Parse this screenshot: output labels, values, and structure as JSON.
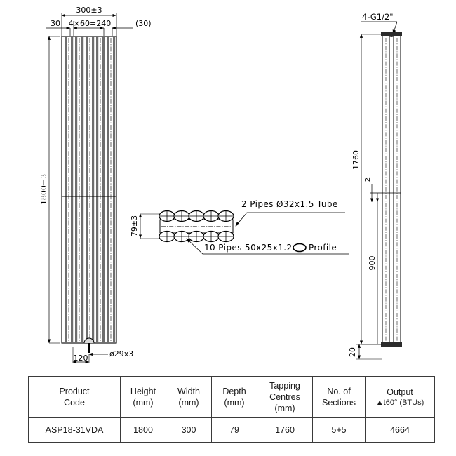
{
  "drawing": {
    "front_view": {
      "overall_width": "300±3",
      "left_margin": "30",
      "pitch": "4×60=240",
      "right_margin": "(30)",
      "overall_height": "1800±3",
      "bottom_connection_offset": "120",
      "bottom_connection_size": "ø29x3"
    },
    "section_detail": {
      "depth": "79±3",
      "note_top": "2 Pipes Ø32x1.5 Tube",
      "note_bottom_prefix": "10 Pipes 50x25x1.2",
      "note_bottom_suffix": "Profile",
      "ellipse_rows": 2,
      "ellipses_per_row": 5
    },
    "side_view": {
      "tapping_note": "4-G1/2\"",
      "tapping_centres": "1760",
      "small_dim": "2",
      "mid_height": "900",
      "bottom_dim": "20"
    }
  },
  "spec_table": {
    "headers": [
      {
        "line1": "Product",
        "line2": "Code",
        "line3": ""
      },
      {
        "line1": "Height",
        "line2": "(mm)",
        "line3": ""
      },
      {
        "line1": "Width",
        "line2": "(mm)",
        "line3": ""
      },
      {
        "line1": "Depth",
        "line2": "(mm)",
        "line3": ""
      },
      {
        "line1": "Tapping",
        "line2": "Centres",
        "line3": "(mm)"
      },
      {
        "line1": "No. of",
        "line2": "Sections",
        "line3": ""
      },
      {
        "line1": "Output",
        "line2": "▲t60° (BTUs)",
        "line3": ""
      }
    ],
    "rows": [
      {
        "product_code": "ASP18-31VDA",
        "height": "1800",
        "width": "300",
        "depth": "79",
        "tapping_centres": "1760",
        "sections": "5+5",
        "output": "4664"
      }
    ]
  },
  "colors": {
    "line": "#000000",
    "fin_fill": "#6e6e6e",
    "table_border": "#3a3a3a"
  }
}
